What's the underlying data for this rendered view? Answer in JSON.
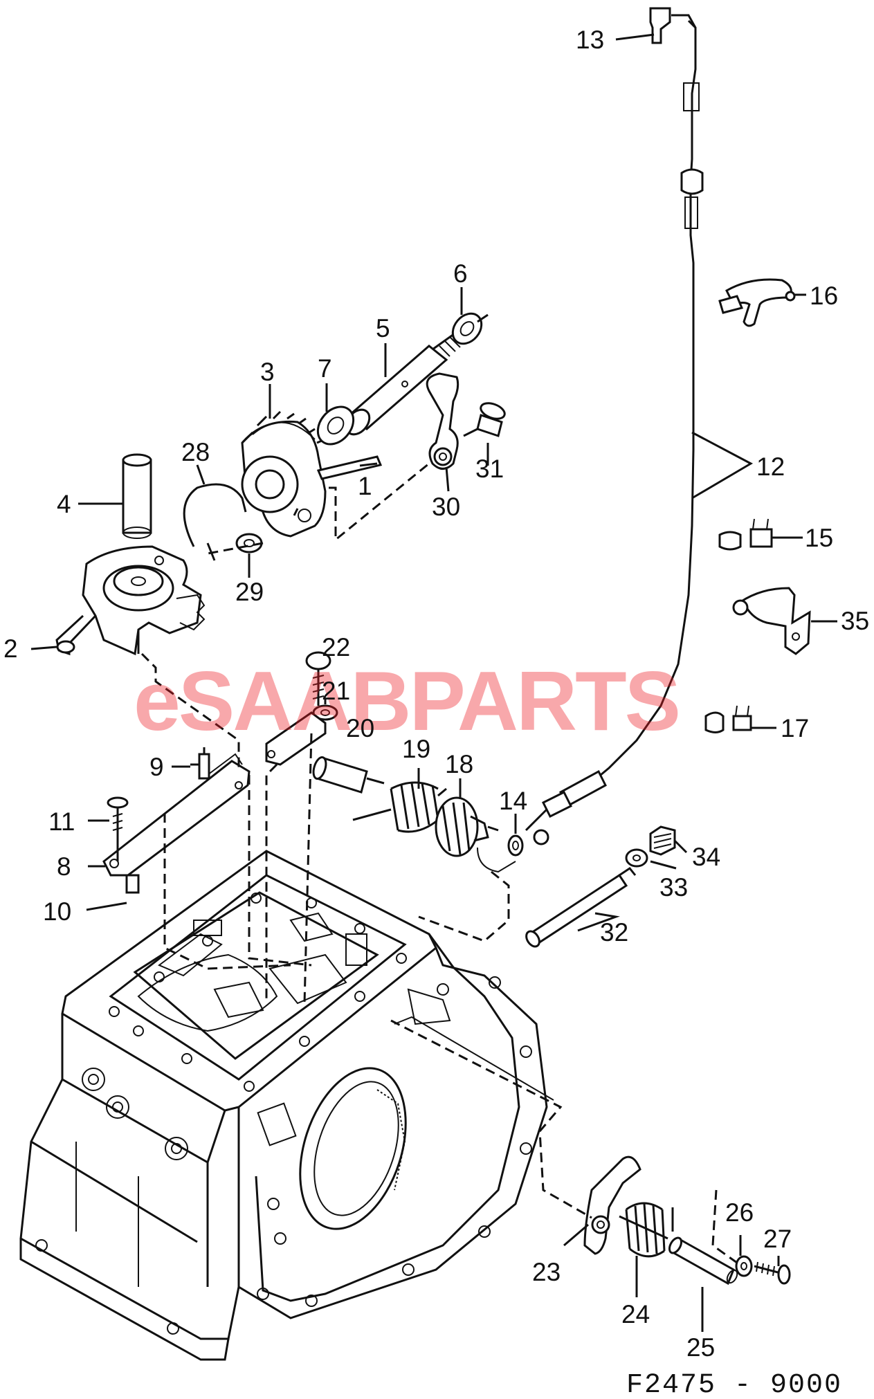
{
  "watermark": {
    "text": "eSAABPARTS",
    "color": "#ee1c24"
  },
  "footer": {
    "code": "F2475 - 9000"
  },
  "callouts": [
    {
      "number": "1"
    },
    {
      "number": "2"
    },
    {
      "number": "3"
    },
    {
      "number": "4"
    },
    {
      "number": "5"
    },
    {
      "number": "6"
    },
    {
      "number": "7"
    },
    {
      "number": "8"
    },
    {
      "number": "9"
    },
    {
      "number": "10"
    },
    {
      "number": "11"
    },
    {
      "number": "12"
    },
    {
      "number": "13"
    },
    {
      "number": "14"
    },
    {
      "number": "15"
    },
    {
      "number": "16"
    },
    {
      "number": "17"
    },
    {
      "number": "18"
    },
    {
      "number": "19"
    },
    {
      "number": "20"
    },
    {
      "number": "21"
    },
    {
      "number": "22"
    },
    {
      "number": "23"
    },
    {
      "number": "24"
    },
    {
      "number": "25"
    },
    {
      "number": "26"
    },
    {
      "number": "27"
    },
    {
      "number": "28"
    },
    {
      "number": "29"
    },
    {
      "number": "30"
    },
    {
      "number": "31"
    },
    {
      "number": "32"
    },
    {
      "number": "33"
    },
    {
      "number": "34"
    },
    {
      "number": "35"
    }
  ]
}
